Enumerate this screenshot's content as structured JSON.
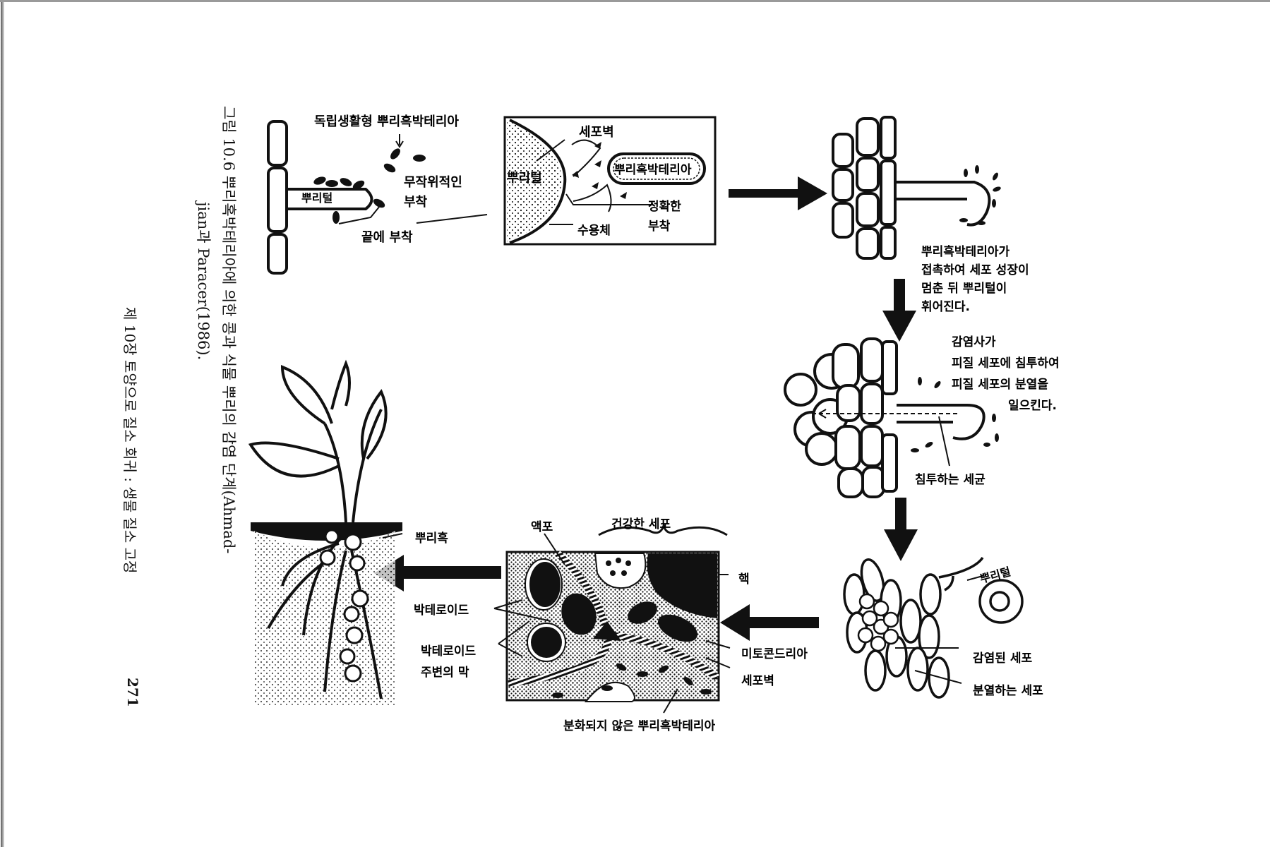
{
  "caption": {
    "line1": "그림 10.6  뿌리혹박테리아에 의한 콩과 식물 뿌리의 감염 단계(Ahmad-",
    "line2": "jian과 Paracer(1986)."
  },
  "running_head": {
    "chapter": "제 10장  토양으로 질소 회귀 : 생물 질소 고정",
    "page_number": "271"
  },
  "stage1": {
    "free_living_label": "독립생활형 뿌리흑박테리아",
    "root_hair_label": "뿌리털",
    "random_attach_line1": "무작위적인",
    "random_attach_line2": "부착",
    "tip_attach_label": "끝에 부착"
  },
  "stage2": {
    "cell_wall_label": "세포벽",
    "root_hair_label": "뿌리털",
    "bacterium_label": "뿌리혹박테리아",
    "precise_attach_line1": "정확한",
    "precise_attach_line2": "부착",
    "receptor_label": "수용체"
  },
  "stage3": {
    "desc_line1": "뿌리흑박테리아가",
    "desc_line2": "접촉하여 세포 성장이",
    "desc_line3": "멈춘 뒤 뿌리털이",
    "desc_line4": "휘어진다."
  },
  "stage4": {
    "desc_line1": "감염사가",
    "desc_line2": "피질 세포에 침투하여",
    "desc_line3": "피질 세포의 분열을",
    "desc_line4": "일으킨다.",
    "invading_label": "침투하는 세균"
  },
  "stage5": {
    "root_hair_label": "뿌리털",
    "infected_cell_label": "감염된 세포",
    "dividing_cell_label": "분열하는 세포"
  },
  "stage6": {
    "vacuole_label": "액포",
    "healthy_cell_label": "건강한 세포",
    "nucleus_label": "핵",
    "bacteroid_label": "박테로이드",
    "membrane_line1": "박테로이드",
    "membrane_line2": "주변의 막",
    "mitochondria_label": "미토콘드리아",
    "cell_wall_label": "세포벽",
    "undiff_label": "분화되지 않은 뿌리흑박테리아"
  },
  "stage7": {
    "nodule_label": "뿌리흑"
  },
  "colors": {
    "ink": "#111111",
    "paper": "#ffffff",
    "frame": "#9a9a9a"
  }
}
